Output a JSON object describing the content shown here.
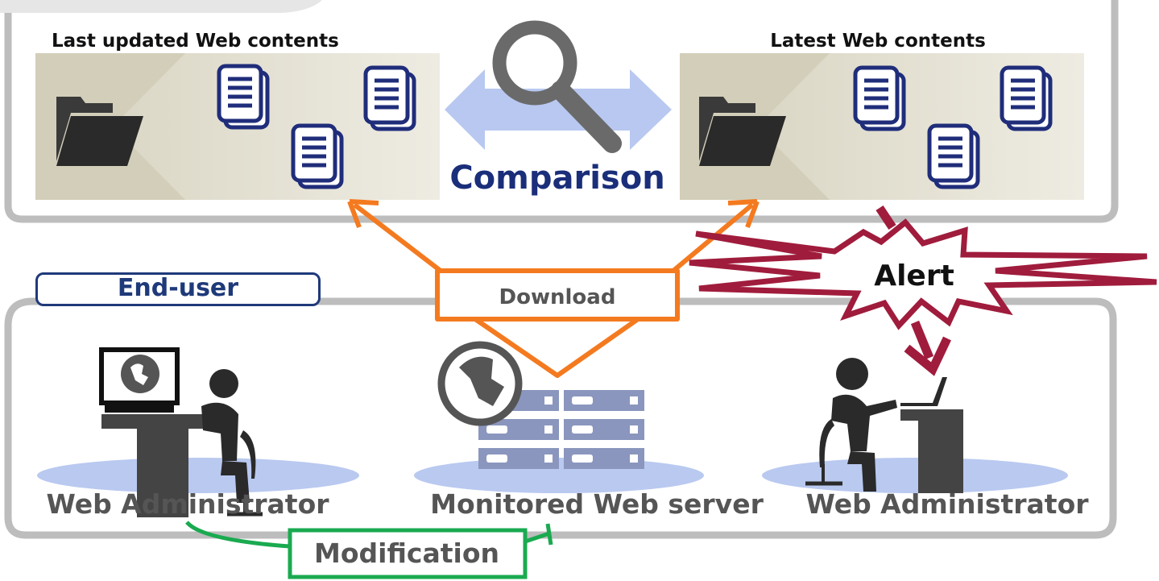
{
  "panels": {
    "last_updated_title": "Last updated Web  contents",
    "latest_title": "Latest Web contents",
    "comparison_label": "Comparison"
  },
  "end_user": {
    "section_label": "End-user"
  },
  "labels": {
    "download": "Download",
    "alert": "Alert",
    "modification": "Modification"
  },
  "actors": {
    "left_admin": "Web Administrator",
    "server": "Monitored Web server",
    "right_admin": "Web Administrator"
  },
  "colors": {
    "download_arrow": "#f47a20",
    "alert_arrow": "#a01c3c",
    "modification_arrow": "#1aaa50",
    "comparison_arrow": "#b8c8f0",
    "comparison_text": "#1a2e7a",
    "document_icon": "#1f2d7a",
    "panel_border": "#bdbdbd"
  }
}
